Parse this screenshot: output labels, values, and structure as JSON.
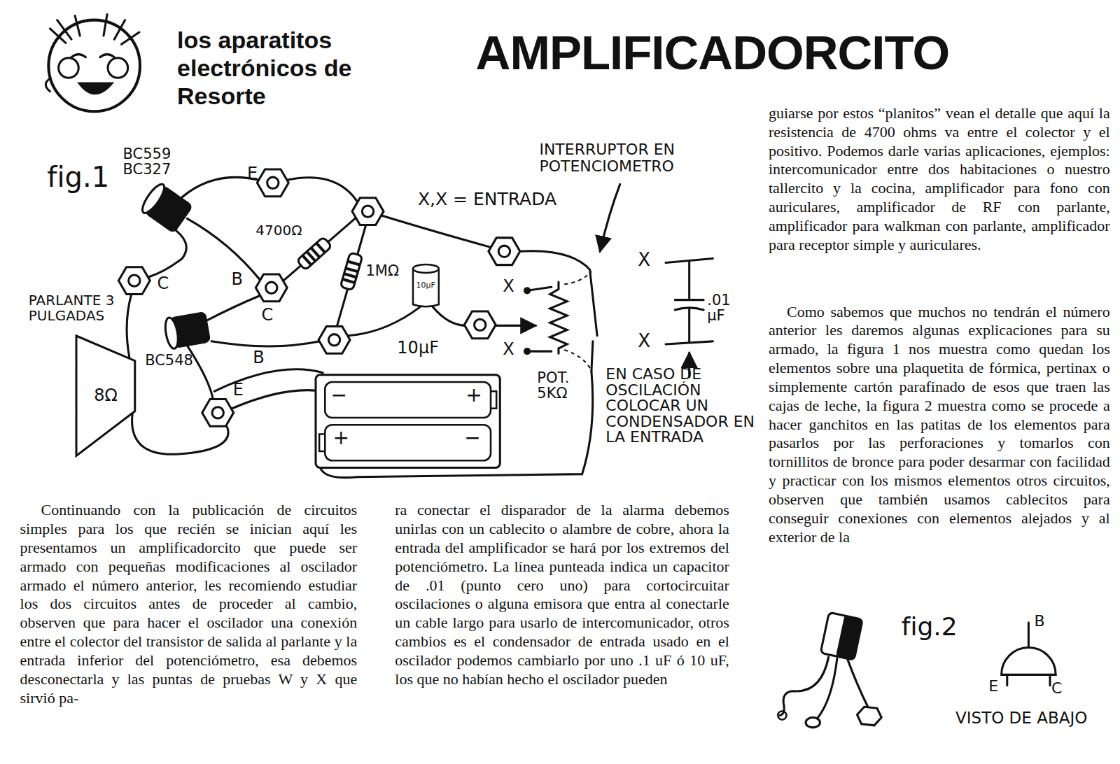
{
  "diagram": {
    "title": "AMPLIFICADORCITO",
    "nodes": [
      {
        "text": [
          "8Ω"
        ]
      },
      {
        "text": [
          "10µF"
        ]
      }
    ],
    "labels": [
      "los aparatitos electrónicos de Resorte",
      "fig.1",
      "BC559 BC327",
      "E",
      "C",
      "B",
      "C",
      "4700Ω",
      "1MΩ",
      "X,X = ENTRADA",
      "INTERRUPTOR EN POTENCIOMETRO",
      "X",
      "X",
      "10µF",
      "POT. 5KΩ",
      "X",
      ".01 µF",
      "X",
      "EN CASO DE OSCILACIÓN COLOCAR UN CONDENSADOR EN LA ENTRADA",
      "PARLANTE 3 PULGADAS",
      "BC548",
      "B",
      "E",
      "−",
      "+",
      "+",
      "−",
      "Continuando con la publicación de circuitos simples para los que recién se inician aquí les presentamos un amplificadorcito que puede ser armado con pequeñas modificaciones al oscilador armado el número anterior, les recomiendo estudiar los dos circuitos antes de proceder al cambio, observen que para hacer el oscilador una conexión entre el colector del transistor de salida al parlante y la entrada inferior del potenciómetro, esa debemos desconectarla y las puntas de pruebas W y X que sirvió pa-",
      "ra conectar el disparador de la alarma debemos unirlas con un cablecito o alambre de cobre, ahora la entrada del amplificador se hará por los extremos del potenciómetro. La línea punteada indica un capacitor de .01 (punto cero uno) para cortocircuitar oscilaciones o alguna emisora que entra al conectarle un cable largo para usarlo de intercomunicador, otros cambios es el condensador de entrada usado en el oscilador podemos cambiarlo por uno .1 uF ó 10 uF, los que no habían hecho el oscilador pueden",
      "guiarse por estos “planitos” vean el detalle que aquí la resistencia de 4700 ohms va entre el colector y el positivo. Podemos darle varias aplicaciones, ejemplos: intercomunicador entre dos habitaciones o nuestro tallercito y la cocina, amplificador para fono con auriculares, amplificador de RF con parlante, amplificador para walkman con parlante, amplificador para receptor simple y auriculares.",
      "Como sabemos que muchos no tendrán el número anterior les daremos algunas explicaciones para su armado, la figura 1 nos muestra como quedan los elementos sobre una plaquetita de fórmica, pertinax o simplemente cartón parafinado de esos que traen las cajas de leche, la figura 2 muestra como se procede a hacer ganchitos en las patitas de los elementos para pasarlos por las perforaciones y tomarlos con tornillitos de bronce para poder desarmar con facilidad y practicar con los mismos elementos otros circuitos, observen que también usamos cablecitos para conseguir conexiones con elementos alejados y al exterior de la",
      "fig.2",
      "B",
      "E",
      "C",
      "VISTO DE ABAJO"
    ]
  }
}
